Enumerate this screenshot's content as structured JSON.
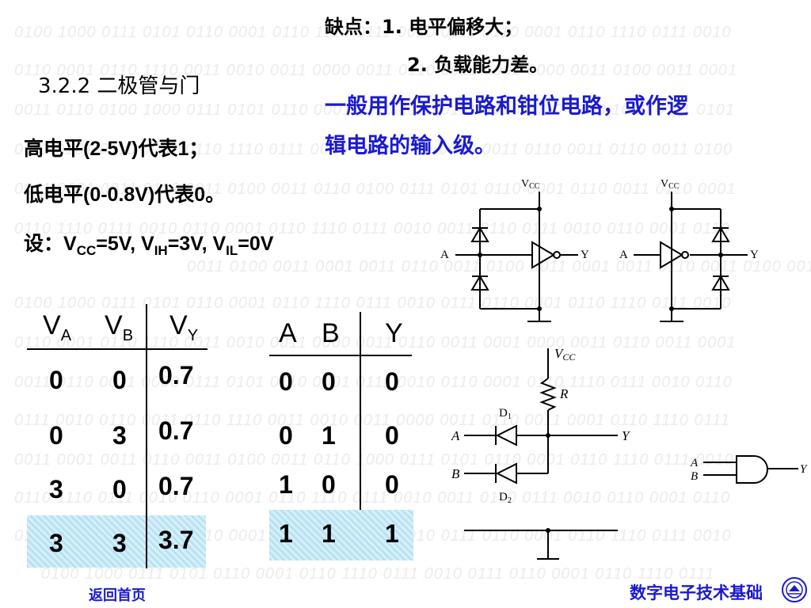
{
  "background_binary": [
    "0100 1000 0111 0101 0110 0001 0110 1110 0111 0010 0111 0110 0001 0110 1110 0111 0010",
    "0110 0001 0110 1110 0011 0010 0011 0000 0011 0110 0011 0001 0000 0011 0100 0011 0001",
    "0011 0110 0100 1000 0111 0101 0110 0001 0110 1110 0111 0010 0110 0100 1000 0111 0101",
    "0111 0101 0110 0001 0110 1110 0111 0010 0110 0011 0000 0011 0110 0011 0110 0011 0100",
    "0011 0001 0011 0110 0011 0100 0011 0110 0100 0111 0101 0110 0001 0110 0011 0110 0001",
    "0110 1110 0111 0010 0110 0001 0110 1110 0111 0010 0011 0110 0111 0010 0110 0001 0110",
    "0011 0100 0011 0001 0011 0110 0011 0100 0011 0001 0011 0110 0011 0100 0011 0001 0011",
    "0100 1000 0111 0101 0110 0001 0110 1110 0111 0010 0111 0110 0001 0110 1110 0111 0010",
    "0110 0001 0110 1110 0011 0010 0011 0000 0011 0110 0011 0001 0000 0011 0110 0011 0001",
    "0011 0110 0011 0000 0111 0101 0110 0001 0111 0010 0110 0001 0110 1110 0111 0010 0110",
    "0111 0010 0110 0011 0110 1110 0011 0010 0011 0000 0011 0110 0011 0001 0110 1110 0111",
    "0011 0001 0011 0110 0011 0100 0011 0110 1000 0111 0101 0110 0001 0110 1110 0111 0010",
    "0110 1110 0111 0010 0110 0001 0110 1110 0111 0010 0011 0110 0111 0010 0110 0001 0110",
    "0100 1000 0111 0101 0110 0001 0110 1110 0111 0010 0111 0110 0001 0110 1110 0111 0010",
    "0100 1000 0111 0101 0110 0001 0110 1110 0111 0010 0111 0110 0001 0110 1110 0111"
  ],
  "title": "3.2.2  二极管与门",
  "high_level": "高电平(2-5V)代表1；",
  "low_level": "低电平(0-0.8V)代表0。",
  "setting": {
    "prefix": "设：V",
    "vcc_sub": "CC",
    "vcc_val": "=5V, V",
    "vih_sub": "IH",
    "vih_val": "=3V, V",
    "vil_sub": "IL",
    "vil_val": "=0V"
  },
  "drawbacks": {
    "label": "缺点：1. 电平偏移大；",
    "item2": "2. 负载能力差。"
  },
  "usage": {
    "line1": "一般用作保护电路和钳位电路，或作逻",
    "line2": "辑电路的输入级。"
  },
  "voltage_table": {
    "headers": [
      {
        "main": "V",
        "sub": "A"
      },
      {
        "main": "V",
        "sub": "B"
      },
      {
        "main": "V",
        "sub": "Y"
      }
    ],
    "rows": [
      [
        "0",
        "0",
        "0.7"
      ],
      [
        "0",
        "3",
        "0.7"
      ],
      [
        "3",
        "0",
        "0.7"
      ],
      [
        "3",
        "3",
        "3.7"
      ]
    ]
  },
  "logic_table": {
    "headers": [
      "A",
      "B",
      "Y"
    ],
    "rows": [
      [
        "0",
        "0",
        "0"
      ],
      [
        "0",
        "1",
        "0"
      ],
      [
        "1",
        "0",
        "0"
      ],
      [
        "1",
        "1",
        "1"
      ]
    ]
  },
  "circuits": {
    "vcc": "V",
    "vcc_sub": "CC",
    "a": "A",
    "b": "B",
    "y": "Y",
    "r": "R",
    "d1": "D",
    "d1_sub": "1",
    "d2": "D",
    "d2_sub": "2"
  },
  "footer": {
    "back_home": "返回首页",
    "course_title": "数字电子技术基础"
  },
  "colors": {
    "blue_text": "#1a1ad0",
    "highlight": "#b8e2f2"
  }
}
